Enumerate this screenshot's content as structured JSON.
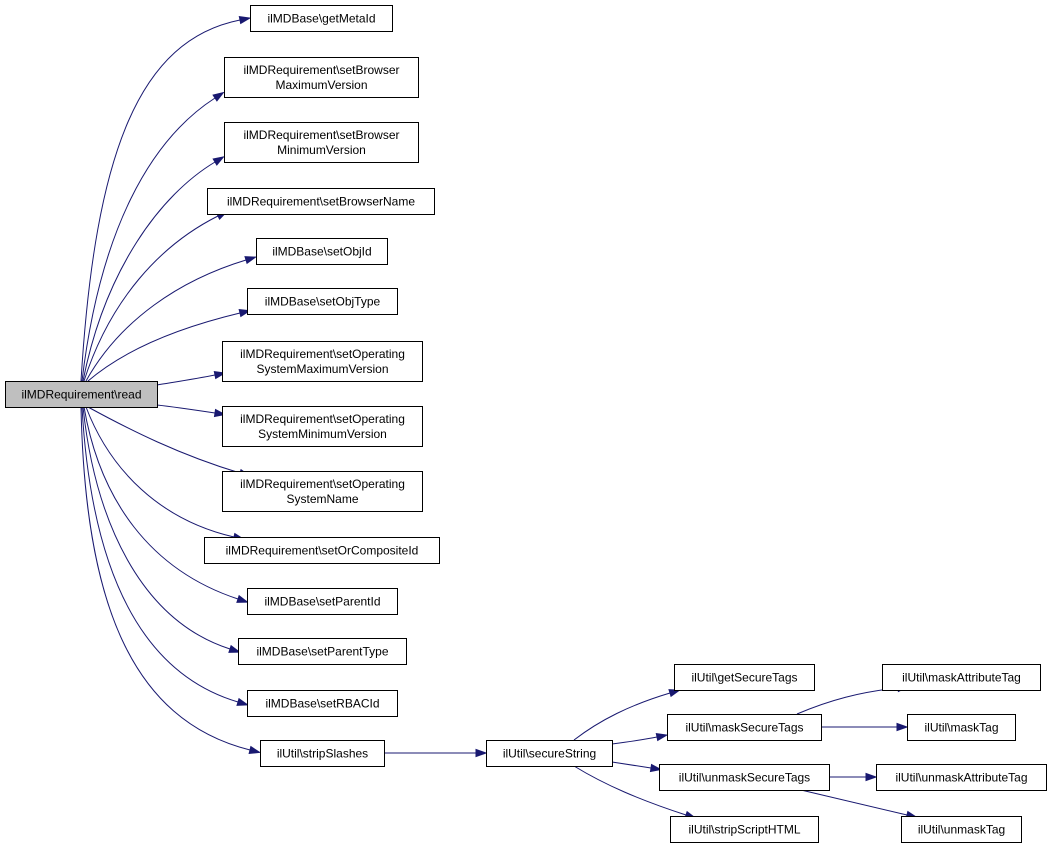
{
  "diagram": {
    "type": "call-graph",
    "colors": {
      "edge": "#191970",
      "root_fill": "#bfbfbf",
      "node_fill": "#ffffff",
      "border": "#000000"
    },
    "nodes": [
      {
        "id": "read",
        "lines": [
          "ilMDRequirement\\read"
        ]
      },
      {
        "id": "getMetaId",
        "lines": [
          "ilMDBase\\getMetaId"
        ]
      },
      {
        "id": "setBrowserMax",
        "lines": [
          "ilMDRequirement\\setBrowser",
          "MaximumVersion"
        ]
      },
      {
        "id": "setBrowserMin",
        "lines": [
          "ilMDRequirement\\setBrowser",
          "MinimumVersion"
        ]
      },
      {
        "id": "setBrowserName",
        "lines": [
          "ilMDRequirement\\setBrowserName"
        ]
      },
      {
        "id": "setObjId",
        "lines": [
          "ilMDBase\\setObjId"
        ]
      },
      {
        "id": "setObjType",
        "lines": [
          "ilMDBase\\setObjType"
        ]
      },
      {
        "id": "setOSMax",
        "lines": [
          "ilMDRequirement\\setOperating",
          "SystemMaximumVersion"
        ]
      },
      {
        "id": "setOSMin",
        "lines": [
          "ilMDRequirement\\setOperating",
          "SystemMinimumVersion"
        ]
      },
      {
        "id": "setOSName",
        "lines": [
          "ilMDRequirement\\setOperating",
          "SystemName"
        ]
      },
      {
        "id": "setOrCompositeId",
        "lines": [
          "ilMDRequirement\\setOrCompositeId"
        ]
      },
      {
        "id": "setParentId",
        "lines": [
          "ilMDBase\\setParentId"
        ]
      },
      {
        "id": "setParentType",
        "lines": [
          "ilMDBase\\setParentType"
        ]
      },
      {
        "id": "setRBACId",
        "lines": [
          "ilMDBase\\setRBACId"
        ]
      },
      {
        "id": "stripSlashes",
        "lines": [
          "ilUtil\\stripSlashes"
        ]
      },
      {
        "id": "secureString",
        "lines": [
          "ilUtil\\secureString"
        ]
      },
      {
        "id": "getSecureTags",
        "lines": [
          "ilUtil\\getSecureTags"
        ]
      },
      {
        "id": "maskSecureTags",
        "lines": [
          "ilUtil\\maskSecureTags"
        ]
      },
      {
        "id": "unmaskSecureTags",
        "lines": [
          "ilUtil\\unmaskSecureTags"
        ]
      },
      {
        "id": "stripScriptHTML",
        "lines": [
          "ilUtil\\stripScriptHTML"
        ]
      },
      {
        "id": "maskAttributeTag",
        "lines": [
          "ilUtil\\maskAttributeTag"
        ]
      },
      {
        "id": "maskTag",
        "lines": [
          "ilUtil\\maskTag"
        ]
      },
      {
        "id": "unmaskAttributeTag",
        "lines": [
          "ilUtil\\unmaskAttributeTag"
        ]
      },
      {
        "id": "unmaskTag",
        "lines": [
          "ilUtil\\unmaskTag"
        ]
      }
    ],
    "edges": [
      {
        "from": "read",
        "to": "getMetaId"
      },
      {
        "from": "read",
        "to": "setBrowserMax"
      },
      {
        "from": "read",
        "to": "setBrowserMin"
      },
      {
        "from": "read",
        "to": "setBrowserName"
      },
      {
        "from": "read",
        "to": "setObjId"
      },
      {
        "from": "read",
        "to": "setObjType"
      },
      {
        "from": "read",
        "to": "setOSMax"
      },
      {
        "from": "read",
        "to": "setOSMin"
      },
      {
        "from": "read",
        "to": "setOSName"
      },
      {
        "from": "read",
        "to": "setOrCompositeId"
      },
      {
        "from": "read",
        "to": "setParentId"
      },
      {
        "from": "read",
        "to": "setParentType"
      },
      {
        "from": "read",
        "to": "setRBACId"
      },
      {
        "from": "read",
        "to": "stripSlashes"
      },
      {
        "from": "stripSlashes",
        "to": "secureString"
      },
      {
        "from": "secureString",
        "to": "getSecureTags"
      },
      {
        "from": "secureString",
        "to": "maskSecureTags"
      },
      {
        "from": "secureString",
        "to": "unmaskSecureTags"
      },
      {
        "from": "secureString",
        "to": "stripScriptHTML"
      },
      {
        "from": "maskSecureTags",
        "to": "maskAttributeTag"
      },
      {
        "from": "maskSecureTags",
        "to": "maskTag"
      },
      {
        "from": "unmaskSecureTags",
        "to": "unmaskAttributeTag"
      },
      {
        "from": "unmaskSecureTags",
        "to": "unmaskTag"
      }
    ]
  }
}
